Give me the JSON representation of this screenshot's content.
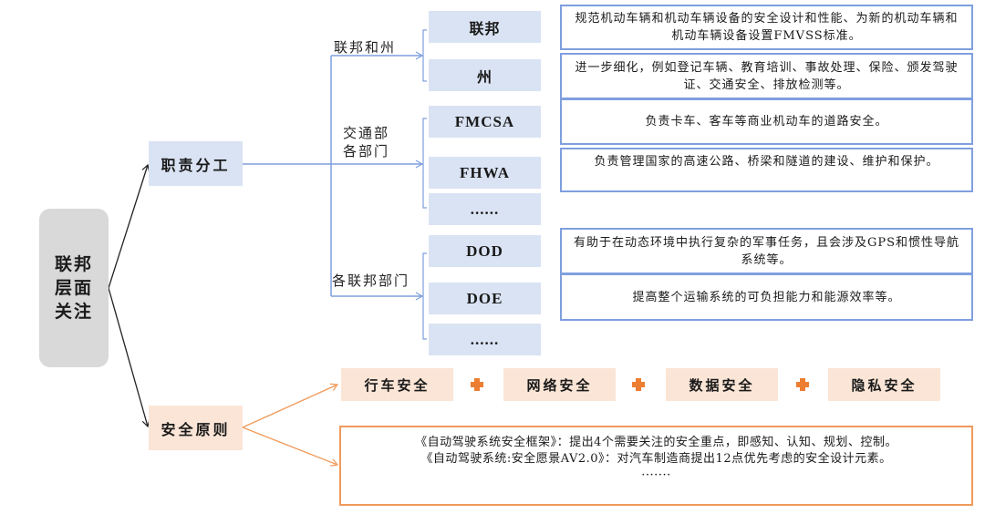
{
  "root": {
    "label": "联邦层面关注",
    "lines": [
      "联邦",
      "层面",
      "关注"
    ]
  },
  "branches": {
    "duty": {
      "label": "职责分工"
    },
    "safety": {
      "label": "安全原则"
    }
  },
  "groups": [
    {
      "label": "联邦和州",
      "lines": [
        "联邦和州"
      ]
    },
    {
      "label": "交通部各部门",
      "lines": [
        "交通部",
        "各部门"
      ]
    },
    {
      "label": "各联邦部门",
      "lines": [
        "各联邦部门"
      ]
    }
  ],
  "nodes": [
    {
      "label": "联邦",
      "description": "规范机动车辆和机动车辆设备的安全设计和性能、为新的机动车辆和机动车辆设备设置FMVSS标准。"
    },
    {
      "label": "州",
      "description": "进一步细化，例如登记车辆、教育培训、事故处理、保险、颁发驾驶证、交通安全、排放检测等。"
    },
    {
      "label": "FMCSA",
      "description": "负责卡车、客车等商业机动车的道路安全。"
    },
    {
      "label": "FHWA",
      "description": "负责管理国家的高速公路、桥梁和隧道的建设、维护和保护。"
    },
    {
      "label": "......"
    },
    {
      "label": "DOD",
      "description": "有助于在动态环境中执行复杂的军事任务，且会涉及GPS和惯性导航系统等。"
    },
    {
      "label": "DOE",
      "description": "提高整个运输系统的可负担能力和能源效率等。"
    },
    {
      "label": "......"
    }
  ],
  "safety_items": [
    "行车安全",
    "网络安全",
    "数据安全",
    "隐私安全"
  ],
  "safety_docs": [
    "《自动驾驶系统安全框架》：提出4个需要关注的安全重点，即感知、认知、规划、控制。",
    "《自动驾驶系统:安全愿景AV2.0》：对汽车制造商提出12点优先考虑的安全设计元素。",
    "·······"
  ],
  "colors": {
    "blue_line": "#7f9fde",
    "blue_fill": "#dae3f3",
    "orange_line": "#f09a5b",
    "orange_fill": "#fbe5d6",
    "root_fill": "#d9d9d9",
    "plus": "#ed7d31"
  }
}
